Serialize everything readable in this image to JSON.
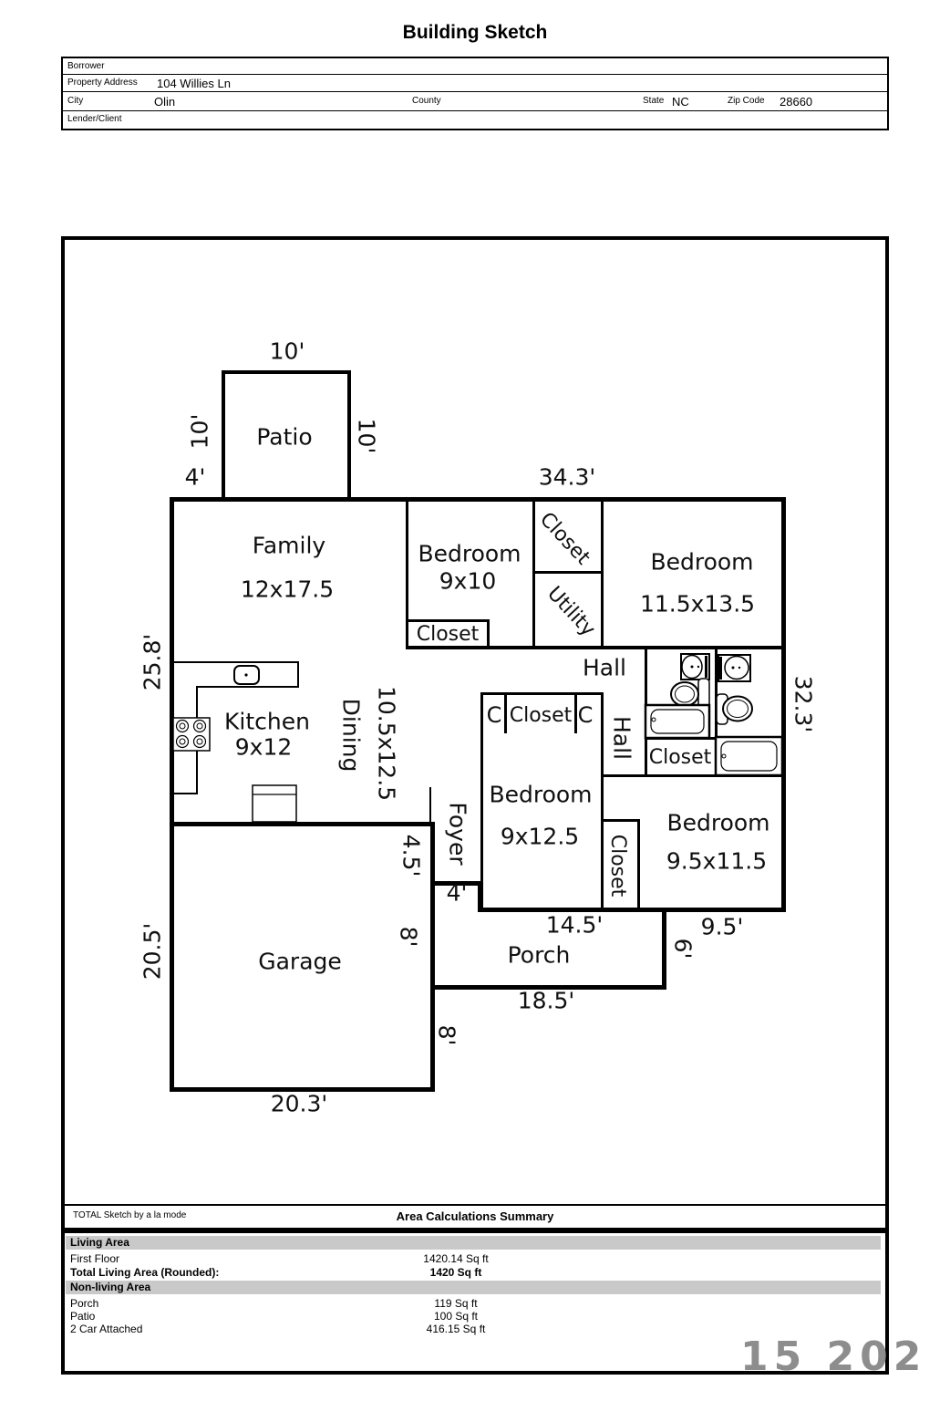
{
  "title": "Building Sketch",
  "form": {
    "borrower_label": "Borrower",
    "property_address_label": "Property Address",
    "property_address": "104 Willies Ln",
    "city_label": "City",
    "city": "Olin",
    "county_label": "County",
    "state_label": "State",
    "state": "NC",
    "zip_label": "Zip Code",
    "zip": "28660",
    "lender_label": "Lender/Client"
  },
  "plan": {
    "patio": "Patio",
    "family": "Family",
    "family_size": "12x17.5",
    "kitchen": "Kitchen",
    "kitchen_size": "9x12",
    "dining": "Dining",
    "dining_size": "10.5x12.5",
    "bedroom1": "Bedroom",
    "bedroom1_size": "9x10",
    "bedroom1_closet": "Closet",
    "closet_top": "Closet",
    "utility": "Utility",
    "bedroom2": "Bedroom",
    "bedroom2_size": "11.5x13.5",
    "hall": "Hall",
    "hall2": "Hall",
    "c_left": "C",
    "c_closet": "Closet",
    "c_right": "C",
    "bath_closet": "Closet",
    "bedroom3": "Bedroom",
    "bedroom3_size": "9x12.5",
    "bedroom3_closet": "Closet",
    "bedroom4": "Bedroom",
    "bedroom4_size": "9.5x11.5",
    "foyer": "Foyer",
    "garage": "Garage",
    "porch": "Porch",
    "dims": {
      "patio_top": "10'",
      "patio_left": "10'",
      "patio_right": "10'",
      "patio_offset": "4'",
      "top": "34.3'",
      "left_upper": "25.8'",
      "right": "32.3'",
      "garage_left": "20.5'",
      "garage_bottom": "20.3'",
      "garage_right_upper": "4.5'",
      "foyer_width": "4'",
      "garage_right_mid": "8'",
      "garage_right_lower": "8'",
      "porch_top": "14.5'",
      "bed4_bottom": "9.5'",
      "porch_right": "6'",
      "porch_bottom": "18.5'"
    }
  },
  "summary": {
    "branding": "TOTAL Sketch by a la mode",
    "heading": "Area Calculations Summary",
    "sections": [
      {
        "header": "Living Area",
        "rows": [
          {
            "label": "First Floor",
            "value": "1420.14 Sq ft"
          },
          {
            "label": "Total Living Area (Rounded):",
            "value": "1420 Sq ft"
          }
        ]
      },
      {
        "header": "Non-living Area",
        "rows": [
          {
            "label": "Porch",
            "value": "119 Sq ft"
          },
          {
            "label": "Patio",
            "value": "100 Sq ft"
          },
          {
            "label": "2 Car Attached",
            "value": "416.15 Sq ft"
          }
        ]
      }
    ]
  },
  "watermark": "15 202"
}
